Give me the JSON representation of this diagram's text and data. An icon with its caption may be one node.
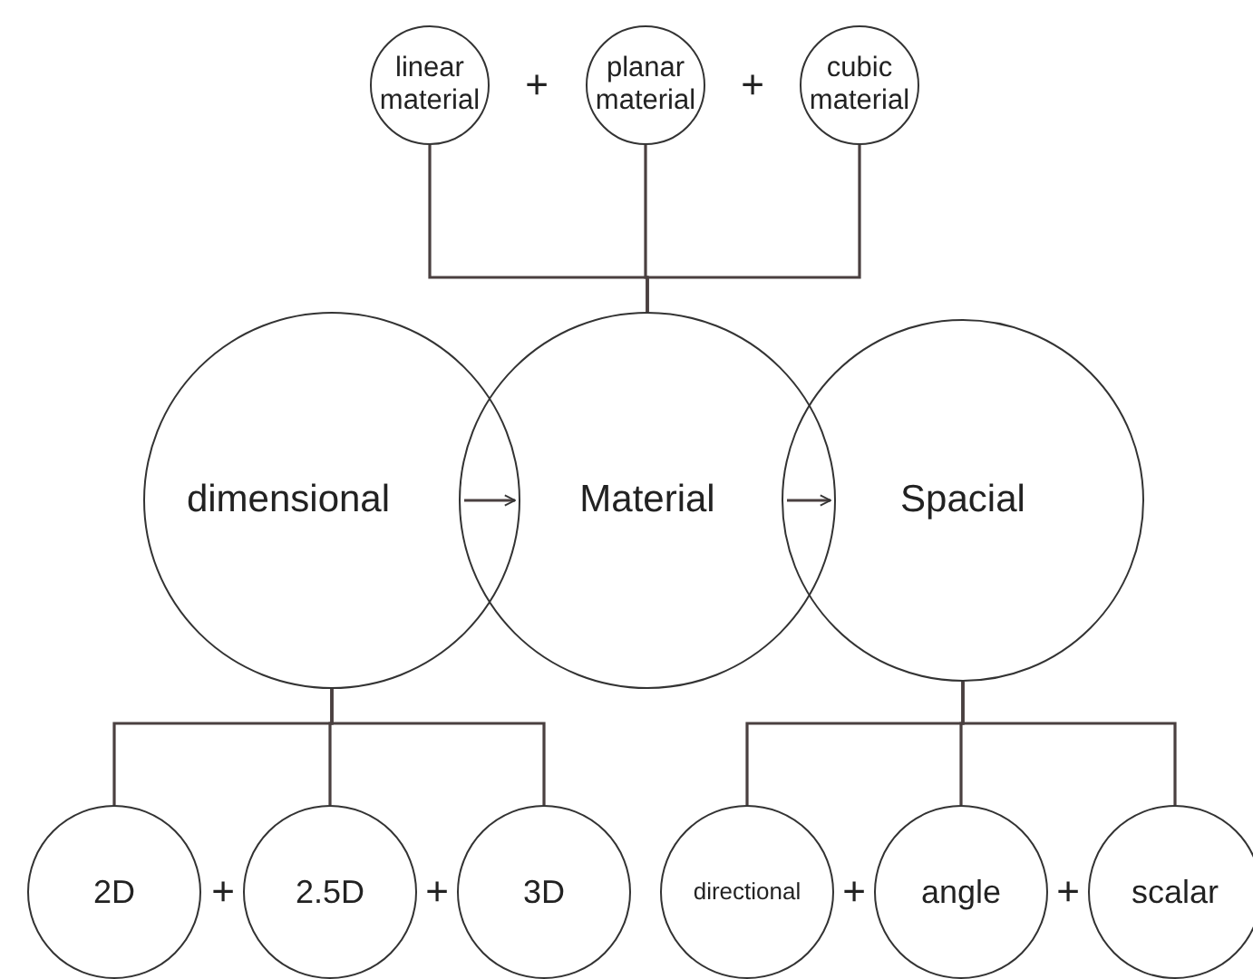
{
  "diagram": {
    "nodes": [
      {
        "text": [
          "linear material"
        ]
      },
      {
        "text": [
          "planar material"
        ]
      },
      {
        "text": [
          "cubic material"
        ]
      },
      {
        "text": [
          "dimensional"
        ]
      },
      {
        "text": [
          "Material"
        ]
      },
      {
        "text": [
          "Spacial"
        ]
      },
      {
        "text": [
          "2D"
        ]
      },
      {
        "text": [
          "2.5D"
        ]
      },
      {
        "text": [
          "3D"
        ]
      },
      {
        "text": [
          "directional"
        ]
      },
      {
        "text": [
          "angle"
        ]
      },
      {
        "text": [
          "scalar"
        ]
      }
    ],
    "edges": [
      {
        "from": 0,
        "to": 4,
        "arrow": "none"
      },
      {
        "from": 1,
        "to": 4,
        "arrow": "none"
      },
      {
        "from": 2,
        "to": 4,
        "arrow": "none"
      },
      {
        "from": 3,
        "to": 4,
        "arrow": "to"
      },
      {
        "from": 4,
        "to": 5,
        "arrow": "to"
      },
      {
        "from": 3,
        "to": 6,
        "arrow": "none"
      },
      {
        "from": 3,
        "to": 7,
        "arrow": "none"
      },
      {
        "from": 3,
        "to": 8,
        "arrow": "none"
      },
      {
        "from": 5,
        "to": 9,
        "arrow": "none"
      },
      {
        "from": 5,
        "to": 10,
        "arrow": "none"
      },
      {
        "from": 5,
        "to": 11,
        "arrow": "none"
      }
    ],
    "labels": [
      "+",
      "+",
      "+",
      "+",
      "+",
      "+"
    ]
  }
}
